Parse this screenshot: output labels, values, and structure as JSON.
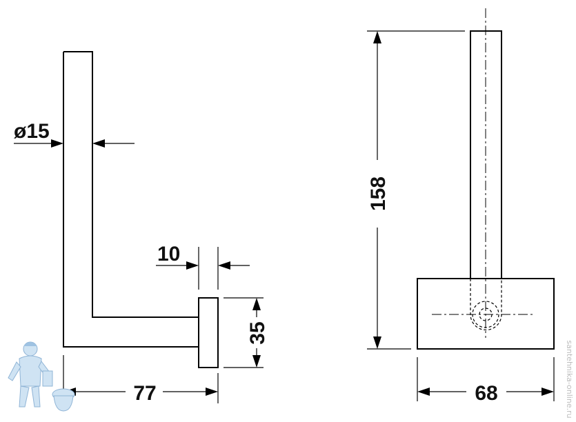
{
  "dimensions": {
    "diameter": "ø15",
    "wall_offset": "10",
    "base_height": "35",
    "projection": "77",
    "height": "158",
    "base_width": "68"
  },
  "watermark": "santehnika-online.ru"
}
